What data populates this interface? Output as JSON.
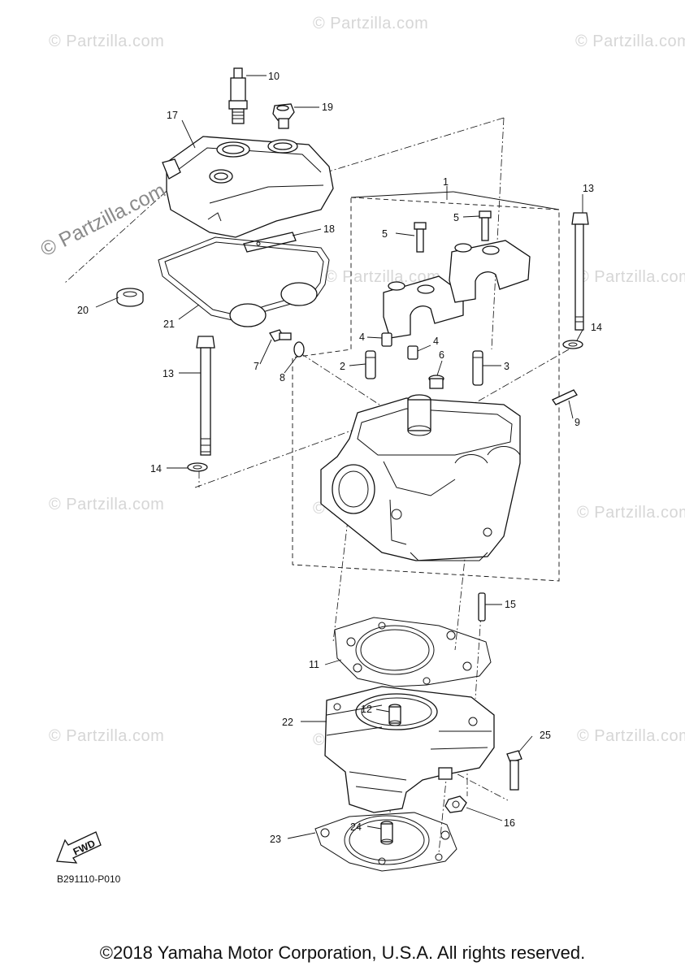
{
  "watermarks": {
    "small": "© Partzilla.com",
    "large": "© Partzilla.com"
  },
  "callouts": {
    "c1": "1",
    "c2": "2",
    "c3": "3",
    "c4a": "4",
    "c4b": "4",
    "c5a": "5",
    "c5b": "5",
    "c6": "6",
    "c7": "7",
    "c8": "8",
    "c9": "9",
    "c10": "10",
    "c11": "11",
    "c12": "12",
    "c13a": "13",
    "c13b": "13",
    "c14a": "14",
    "c14b": "14",
    "c15": "15",
    "c16": "16",
    "c17": "17",
    "c18": "18",
    "c19": "19",
    "c20": "20",
    "c21": "21",
    "c22": "22",
    "c23": "23",
    "c24": "24",
    "c25": "25"
  },
  "fwd_label": "FWD",
  "diagram_code": "B291110-P010",
  "copyright": "©2018 Yamaha Motor Corporation, U.S.A. All rights reserved."
}
